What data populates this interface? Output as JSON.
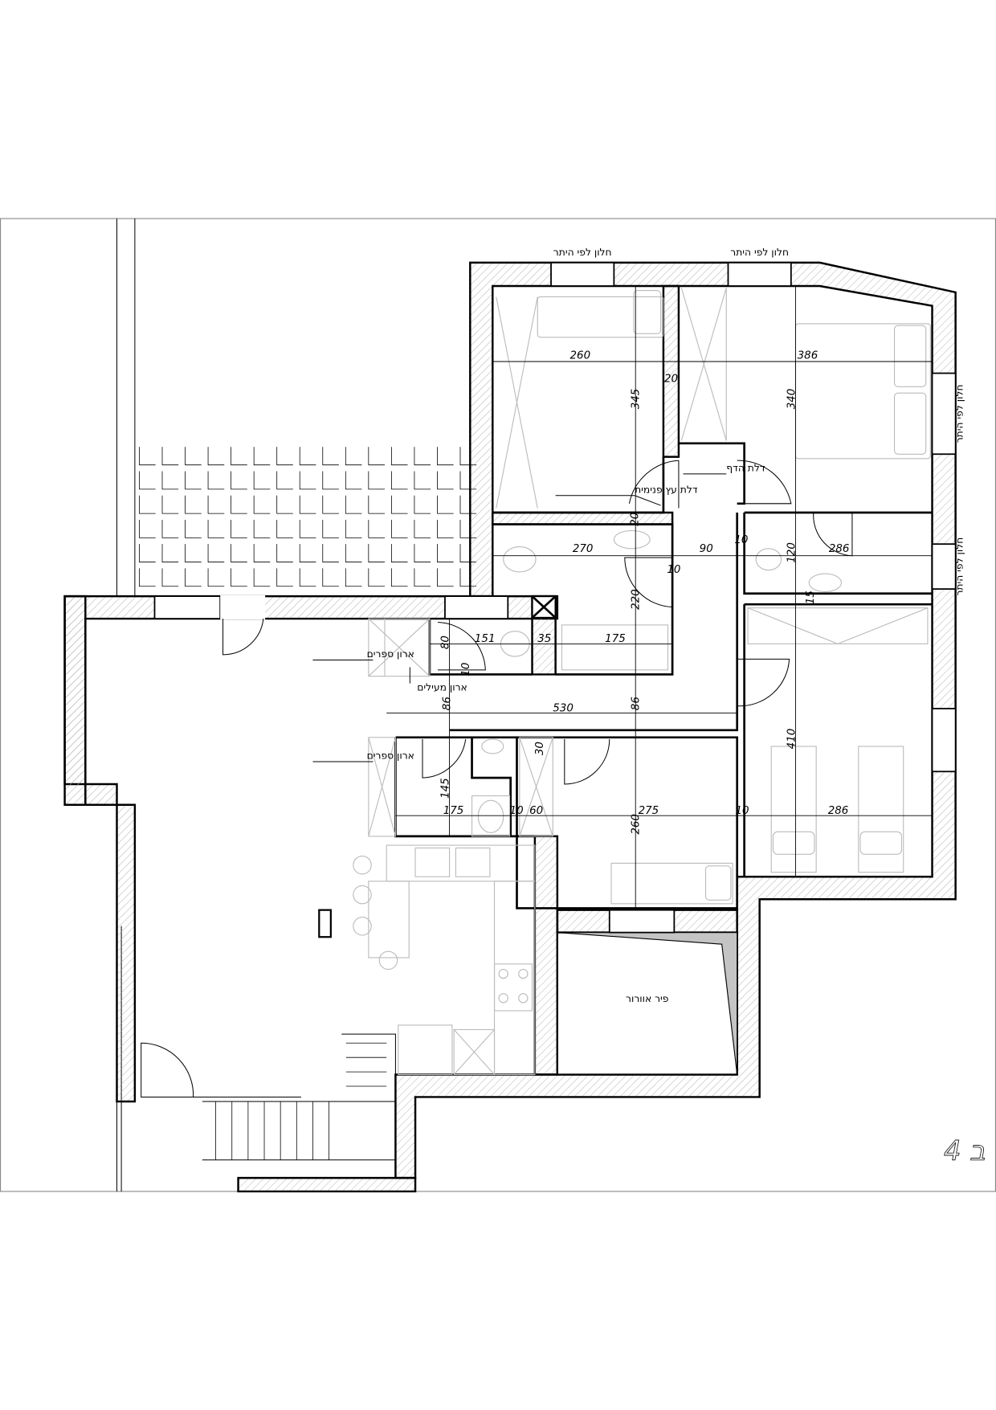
{
  "title": "אופציה ב 4",
  "labels": {
    "window_permit_1": "חלון לפי היתר",
    "window_permit_2": "חלון לפי היתר",
    "window_permit_3": "חלון לפי היתר",
    "window_permit_4": "חלון לפי היתר",
    "interior_wood_door": "דלת עץ פנימית",
    "swing_door": "דלת הדף",
    "bookcase_1": "ארון ספרים",
    "bookcase_2": "ארון ספרים",
    "coat_closet": "ארון מעילים",
    "ventilation_shaft": "פיר אוורור"
  },
  "dimensions": [
    "260",
    "386",
    "20",
    "345",
    "340",
    "20",
    "270",
    "90",
    "10",
    "10",
    "120",
    "286",
    "220",
    "15",
    "80",
    "151",
    "35",
    "175",
    "10",
    "86",
    "530",
    "86",
    "30",
    "145",
    "175",
    "10",
    "60",
    "275",
    "260",
    "10",
    "286",
    "410"
  ]
}
